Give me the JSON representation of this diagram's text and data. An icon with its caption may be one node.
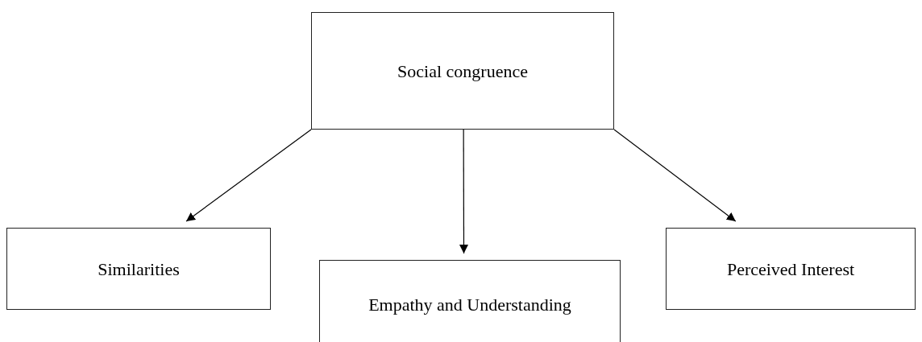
{
  "diagram": {
    "nodes": [
      {
        "text": [
          "Social congruence"
        ]
      },
      {
        "text": [
          "Similarities"
        ]
      },
      {
        "text": [
          "Empathy and Understanding"
        ]
      },
      {
        "text": [
          "Perceived Interest"
        ]
      }
    ],
    "edges": [
      {
        "from": 0,
        "to": 1,
        "arrow": "to"
      },
      {
        "from": 0,
        "to": 2,
        "arrow": "to"
      },
      {
        "from": 0,
        "to": 3,
        "arrow": "to"
      }
    ]
  }
}
